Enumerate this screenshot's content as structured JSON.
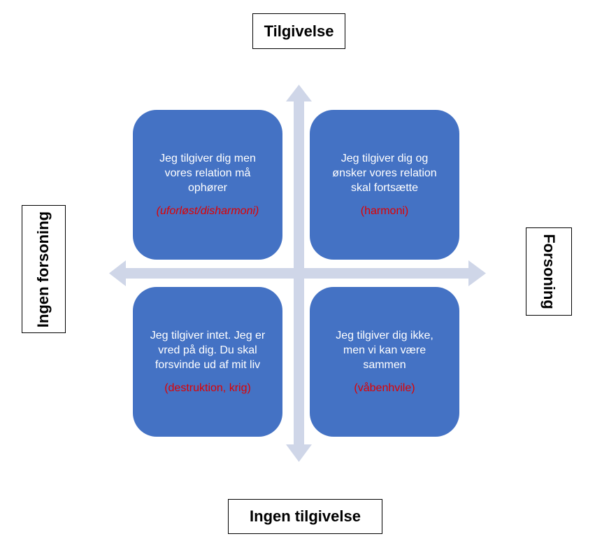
{
  "axes": {
    "top": "Tilgivelse",
    "bottom": "Ingen tilgivelse",
    "left": "Ingen forsoning",
    "right": "Forsoning"
  },
  "quadrants": {
    "top_left": {
      "lines": [
        "Jeg tilgiver dig men",
        "vores  relation må",
        "ophører"
      ],
      "tag": "(uforløst/disharmoni)"
    },
    "top_right": {
      "lines": [
        "Jeg tilgiver dig og",
        "ønsker vores relation",
        "skal fortsætte"
      ],
      "tag": "(harmoni)"
    },
    "bottom_left": {
      "lines": [
        "Jeg tilgiver intet. Jeg er",
        "vred på dig. Du skal",
        "forsvinde ud af mit liv"
      ],
      "tag": "(destruktion, krig)"
    },
    "bottom_right": {
      "lines": [
        "Jeg tilgiver dig ikke,",
        "men vi kan være",
        "sammen"
      ],
      "tag": "(våbenhvile)"
    }
  },
  "colors": {
    "box_fill": "#4472c4",
    "box_text": "#ffffff",
    "tag_text": "#e00000",
    "arrow": "#cfd6e8",
    "label_border": "#000000"
  }
}
